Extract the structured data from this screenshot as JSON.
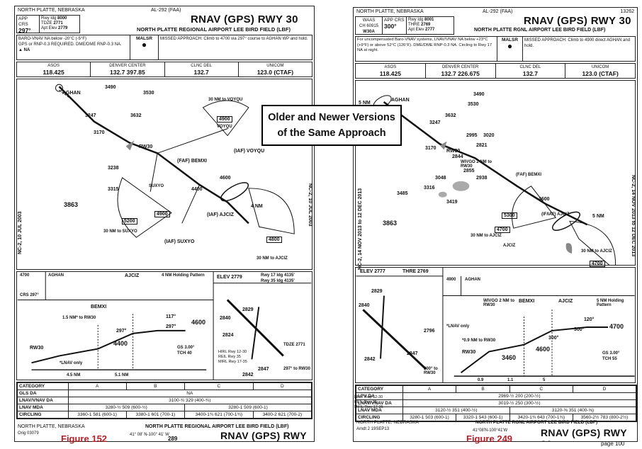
{
  "callout": {
    "line1": "Older and Newer Versions",
    "line2": "of the Same Approach"
  },
  "left": {
    "location": "NORTH PLATTE, NEBRASKA",
    "procedure_id": "AL-292 (FAA)",
    "title": "RNAV (GPS) RWY 30",
    "airport": "NORTH PLATTE REGIONAL AIRPORT LEE BIRD FIELD (LBF)",
    "app_crs_label": "APP CRS",
    "app_crs": "297°",
    "rwy_ldg_label": "Rwy ldg",
    "rwy_ldg": "8000",
    "tdze_label": "TDZE",
    "tdze": "2771",
    "apt_elev_label": "Apt Elev",
    "apt_elev": "2779",
    "note1": "BARO-VNAV NA below -20°C (-5°F)",
    "note2": "GPS or RNP-0.3 REQUIRED. DME/DME RNP-0.3 NA.",
    "na_label": "NA",
    "malsr": "MALSR",
    "missed": "MISSED APPROACH: Climb to 4700 via 297° course to AGHAN WP and hold.",
    "freqs": [
      {
        "name": "ASOS",
        "val": "118.425"
      },
      {
        "name": "DENVER CENTER",
        "val": "132.7  397.85"
      },
      {
        "name": "CLNC DEL",
        "val": "132.7"
      },
      {
        "name": "UNICOM",
        "val": "123.0 (CTAF)"
      }
    ],
    "fixes": {
      "aghan": "AGHAN",
      "rw30": "RW30",
      "bemxi": "(FAF) BEMXI",
      "voyqu": "(IAF) VOYQU",
      "ajciz": "(IAF) AJCIZ",
      "suxyo": "(IAF) SUXYO",
      "suxyo2": "SUXYO",
      "voyqu2": "VOYQU"
    },
    "alts": {
      "a3490": "3490",
      "a3530": "3530",
      "a3247": "3247",
      "a3632": "3632",
      "a3170": "3170",
      "a3238": "3238",
      "a3315": "3315",
      "a3863": "3863",
      "msa4900": "4900",
      "msa5200": "5200",
      "msa4900b": "4900",
      "msa4800": "4800",
      "a4400": "4400",
      "a4600": "4600",
      "nm4": "4 NM",
      "nm30a": "30 NM to VOYQU",
      "nm30b": "30 NM to SUXYO",
      "nm30c": "30 NM to AJCIZ"
    },
    "side": "NC-2, 10 JUL 2003",
    "side2": "NC-2, 10 JUL 2003",
    "elev_label": "ELEV",
    "elev": "2779",
    "rwy_info1": "Rwy 17 ldg 4135'",
    "rwy_info2": "Rwy 35 ldg 4135'",
    "profile": {
      "fix_ajciz": "AJCIZ",
      "fix_bemxi": "BEMXI",
      "fix_rw30": "RW30",
      "aghan": "AGHAN",
      "hold": "4 NM Holding Pattern",
      "hold_alt": "4700",
      "crs1": "117°",
      "crs2": "297°",
      "alt4600": "4600",
      "alt4400": "4400",
      "crs297": "297°",
      "dist1": "1.5 NM* to RW30",
      "lnav": "*LNAV only",
      "gs": "GS 3.00°",
      "tch": "TCH 40",
      "d1": "4.5 NM",
      "d2": "5.1 NM",
      "crs_297b": "CRS 297°",
      "a2840": "2840",
      "a2829": "2829",
      "a2824": "2824",
      "a2847": "2847",
      "a2842": "2842",
      "tdze": "TDZE 2771",
      "crs_rw": "297° to RW30",
      "l1": "HIRL Rwy 12-30",
      "l2": "REIL Rwy 35",
      "l3": "MIRL Rwy 17-35"
    },
    "mins": [
      [
        "CATEGORY",
        "A",
        "B",
        "C",
        "D"
      ],
      [
        "GLS DA",
        "NA",
        "",
        "",
        ""
      ],
      [
        "LNAV/VNAV DA",
        "3100-¾ 329 (400-¾)",
        "",
        "",
        ""
      ],
      [
        "LNAV MDA",
        "3280-½  509 (600-½)",
        "",
        "3280-1  509 (600-1)",
        ""
      ],
      [
        "CIRCLING",
        "3360-1  581 (600-1)",
        "3380-1  601 (700-1)",
        "3400-1¾  621 (700-1¾)",
        "3400-2  621 (700-2)"
      ]
    ],
    "foot_loc": "NORTH PLATTE, NEBRASKA",
    "foot_orig": "Orig  03079",
    "foot_title": "RNAV (GPS) RWY 30",
    "foot_airport": "NORTH PLATTE REGIONAL AIRPORT LEE BIRD FIELD (LBF)",
    "foot_coords": "41° 08' N-100° 41' W",
    "foot_page": "289",
    "figure": "Figure 152"
  },
  "right": {
    "location": "NORTH PLATTE, NEBRASKA",
    "procedure_id": "AL-292 (FAA)",
    "doc_num": "13262",
    "title": "RNAV (GPS) RWY 30",
    "airport": "NORTH PLATTE RGNL AIRPORT LEE BIRD FIELD (LBF)",
    "waas": "WAAS",
    "ch": "CH 60915",
    "w30a": "W30A",
    "app_crs_label": "APP CRS",
    "app_crs": "300°",
    "rwy_ldg_label": "Rwy ldg",
    "rwy_ldg": "8001",
    "thre_label": "THRE",
    "thre": "2769",
    "apt_elev_label": "Apt Elev",
    "apt_elev": "2777",
    "note": "For uncompensated Baro-VNAV systems, LNAV/VNAV NA below +23°C (+9°F) or above 52°C (126°F). DME/DME RNP-0.3 NA. Circling to Rwy 17 NA at night.",
    "malsr": "MALSR",
    "missed": "MISSED APPROACH: Climb to 4900 direct AGHAN and hold.",
    "freqs": [
      {
        "name": "ASOS",
        "val": "118.425"
      },
      {
        "name": "DENVER CENTER",
        "val": "132.7  226.675"
      },
      {
        "name": "CLNC DEL",
        "val": "132.7"
      },
      {
        "name": "UNICOM",
        "val": "123.0 (CTAF)"
      }
    ],
    "fixes": {
      "aghan": "AGHAN",
      "rw30": "RW30",
      "wivgo": "WIVGO 2 NM to RW30",
      "bemxi": "(FAF) BEMXI",
      "ajciz": "(IF/IAF) AJCIZ",
      "ajciz2": "AJCIZ"
    },
    "alts": {
      "a3490": "3490",
      "a3530": "3530",
      "a3632": "3632",
      "a3247": "3247",
      "a2995": "2995",
      "a3020": "3020",
      "a2821": "2821",
      "a3170": "3170",
      "a2844": "2844",
      "a2855": "2855",
      "a2938": "2938",
      "a3048": "3048",
      "a3316": "3316",
      "a3485": "3485",
      "a3419": "3419",
      "a3863": "3863",
      "msa5300": "5300",
      "msa4700": "4700",
      "msa4700b": "4700",
      "a4600": "4600",
      "nm5": "5 NM",
      "nm5b": "5 NM",
      "nm30a": "30 NM to AJCIZ",
      "nm30b": "30 NM to AJCIZ"
    },
    "side": "NC-2, 14 NOV 2013 to 12 DEC 2013",
    "side2": "NC-2, 14 NOV 2013 to 12 DEC 2013",
    "elev_label": "ELEV",
    "elev": "2777",
    "thre_label2": "THRE",
    "thre2": "2769",
    "profile": {
      "hold_alt": "4900",
      "aghan": "AGHAN",
      "fix_wivgo": "WIVGO 2 NM to RW30",
      "fix_bemxi": "BEMXI",
      "fix_ajciz": "AJCIZ",
      "hold": "5 NM Holding Pattern",
      "crs120": "120°",
      "crs300": "300°",
      "alt4700": "4700",
      "alt4600": "4600",
      "alt3460": "3460",
      "crs300b": "300°",
      "lnav": "*LNAV only",
      "dist": "*0.9 NM to RW30",
      "fix_rw30": "RW30",
      "gs": "GS 3.00°",
      "tch": "TCH 55",
      "d1": "0.9",
      "d2": "1.1",
      "d3": "5",
      "a2829": "2829",
      "a2840": "2840",
      "a2796": "2796",
      "a2847": "2847",
      "a2842": "2842",
      "crs_rw": "300° to RW30",
      "l1": "HIRL Rwy 12-30",
      "l2": "REIL Rwy 35",
      "l3": "MIRL Rwy 17-35"
    },
    "mins": [
      [
        "CATEGORY",
        "A",
        "B",
        "C",
        "D"
      ],
      [
        "LPV DA",
        "2969-½  200 (200-½)",
        "",
        "",
        ""
      ],
      [
        "LNAV/VNAV DA",
        "3019-½  250 (300-½)",
        "",
        "",
        ""
      ],
      [
        "LNAV MDA",
        "3120-½  351 (400-½)",
        "",
        "3120-⅝  351 (400-⅝)",
        ""
      ],
      [
        "CIRCLING",
        "3280-1  503 (600-1)",
        "3320-1  543 (600-1)",
        "3420-1¾  643 (700-1¾)",
        "3560-2½  783 (800-2½)"
      ]
    ],
    "foot_loc": "NORTH PLATTE, NEBRASKA",
    "foot_amdt": "Amdt 2  19SEP13",
    "foot_title": "RNAV (GPS) RWY 30",
    "foot_airport": "NORTH PLATTE RGNL AIRPORT LEE BIRD FIELD (LBF)",
    "foot_coords": "41°08'N-100°41'W",
    "figure": "Figure 249",
    "page": "page 100"
  }
}
